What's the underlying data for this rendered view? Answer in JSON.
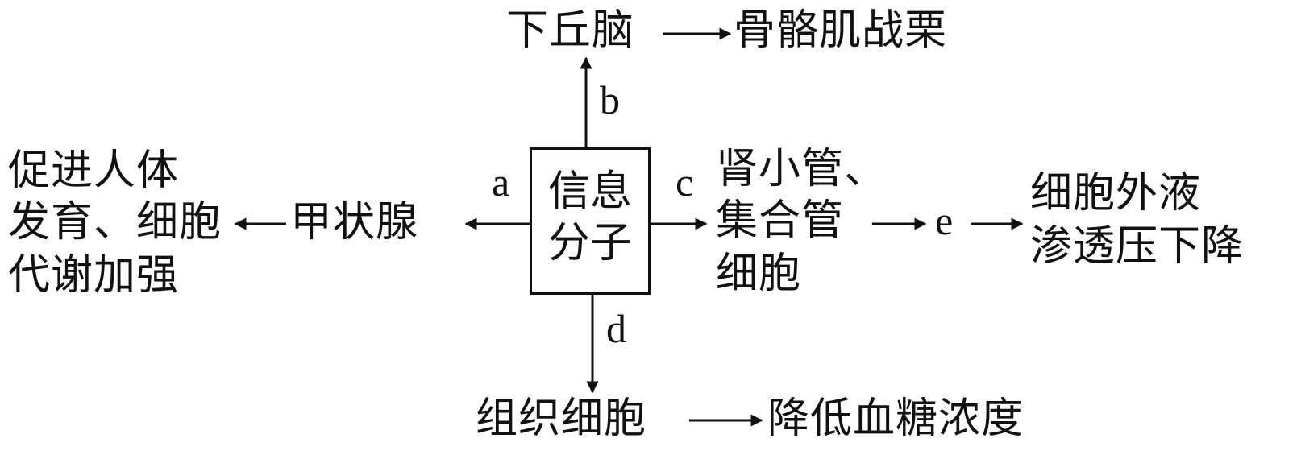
{
  "center": {
    "line1": "信息",
    "line2": "分子"
  },
  "pathway_b": {
    "label": "b",
    "target": "下丘脑",
    "effect": "骨骼肌战栗"
  },
  "pathway_a": {
    "label": "a",
    "target": "甲状腺",
    "effect_lines": [
      "促进人体",
      "发育、细胞",
      "代谢加强"
    ]
  },
  "pathway_c": {
    "label": "c",
    "target_lines": [
      "肾小管、",
      "集合管",
      "细胞"
    ],
    "intermediate": "e",
    "effect_lines": [
      "细胞外液",
      "渗透压下降"
    ]
  },
  "pathway_d": {
    "label": "d",
    "target": "组织细胞",
    "effect": "降低血糖浓度"
  }
}
